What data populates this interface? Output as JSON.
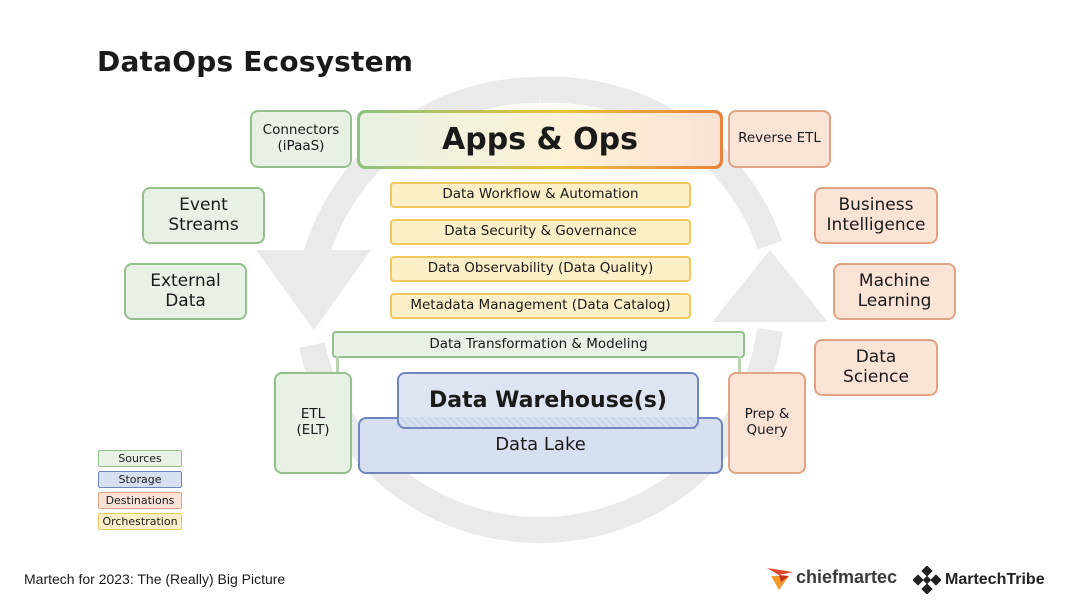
{
  "title": "DataOps Ecosystem",
  "center": {
    "apps_ops": "Apps & Ops"
  },
  "orchestration": [
    "Data Workflow & Automation",
    "Data Security & Governance",
    "Data Observability (Data Quality)",
    "Metadata Management (Data Catalog)"
  ],
  "transformation": "Data Transformation & Modeling",
  "storage": {
    "warehouse": "Data Warehouse(s)",
    "lake": "Data Lake"
  },
  "sources": {
    "connectors": "Connectors\n(iPaaS)",
    "event_streams": "Event\nStreams",
    "external_data": "External\nData",
    "etl": "ETL\n(ELT)"
  },
  "destinations": {
    "reverse_etl": "Reverse ETL",
    "business_intelligence": "Business\nIntelligence",
    "machine_learning": "Machine\nLearning",
    "data_science": "Data\nScience",
    "prep_query": "Prep &\nQuery"
  },
  "legend": {
    "sources": "Sources",
    "storage": "Storage",
    "destinations": "Destinations",
    "orchestration": "Orchestration"
  },
  "footer": "Martech for 2023: The (Really) Big Picture",
  "logos": {
    "chiefmartec": "chiefmartec",
    "martechtribe": "MartechTribe"
  },
  "colors": {
    "sources_fill": "#e7f1e4",
    "sources_border": "#93c08b",
    "storage_fill": "#d7e0f0",
    "storage_border": "#6f86be",
    "destinations_fill": "#fbe3d6",
    "destinations_border": "#e0a383",
    "orchestration_fill": "#fdf0c9",
    "orchestration_border": "#efc95d"
  }
}
